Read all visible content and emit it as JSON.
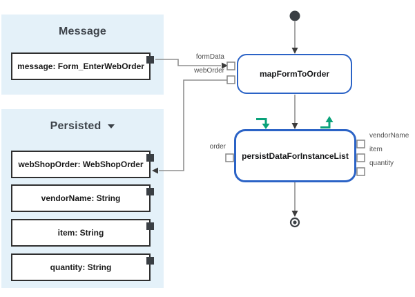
{
  "panels": {
    "message": {
      "title": "Message",
      "fields": [
        {
          "label": "message: Form_EnterWebOrder"
        }
      ]
    },
    "persisted": {
      "title": "Persisted",
      "fields": [
        {
          "label": "webShopOrder: WebShopOrder"
        },
        {
          "label": "vendorName: String"
        },
        {
          "label": "item: String"
        },
        {
          "label": "quantity: String"
        }
      ]
    }
  },
  "flow": {
    "tasks": [
      {
        "label": "mapFormToOrder",
        "selected": false
      },
      {
        "label": "persistDataForInstanceList",
        "selected": true
      }
    ],
    "port_labels": {
      "formData": "formData",
      "webOrder": "webOrder",
      "order": "order",
      "vendorName": "vendorName",
      "item": "item",
      "quantity": "quantity"
    }
  },
  "icons": {
    "start_event": "filled-circle",
    "end_event": "circle-with-dot",
    "input_mapping": "green-arrow-turn-down",
    "output_mapping": "green-arrow-turn-up",
    "persisted_caret": "chevron-down"
  },
  "colors": {
    "panel_bg": "#e4f1f9",
    "task_border": "#2b63c6",
    "mapping_green": "#0aa27a",
    "connector_gray": "#8f8f8f",
    "arrowhead_dark": "#3c3c3c",
    "node_dark": "#3a3f44",
    "field_border": "#2f2f2f"
  }
}
